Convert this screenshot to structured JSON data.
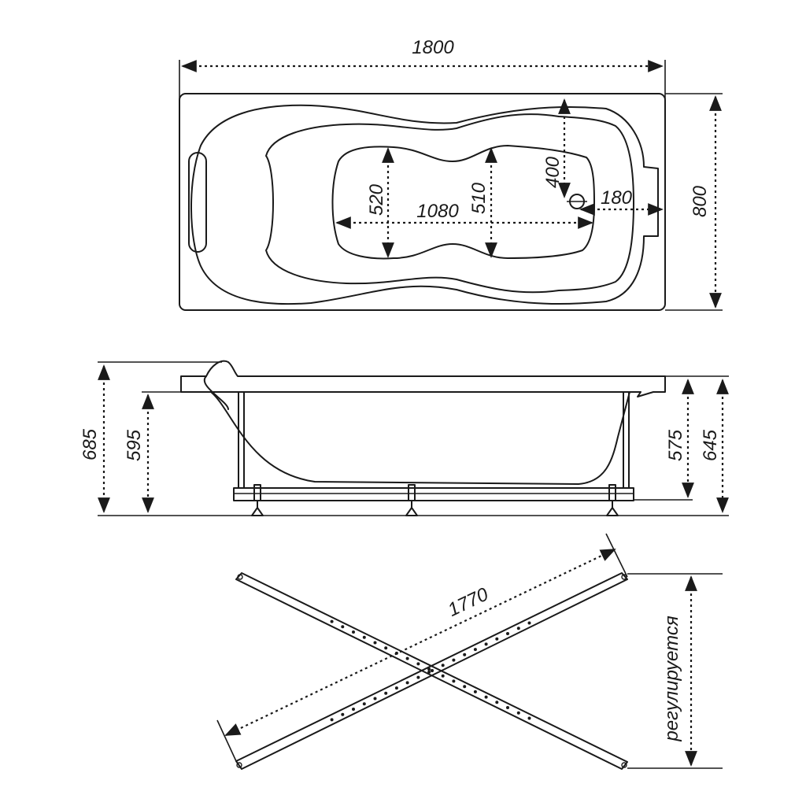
{
  "dimensions": {
    "top_length": "1800",
    "top_width": "800",
    "inner_length": "1080",
    "inner_width_left": "520",
    "inner_width_right": "510",
    "drain_offset_y": "400",
    "drain_offset_x": "180",
    "side_total_height": "685",
    "side_rim_height_left": "595",
    "side_rim_height_right": "575",
    "side_total_height_right": "645",
    "frame_diagonal": "1770",
    "frame_adjustable": "регулируется"
  },
  "colors": {
    "stroke": "#1a1a1a",
    "background": "#ffffff"
  }
}
